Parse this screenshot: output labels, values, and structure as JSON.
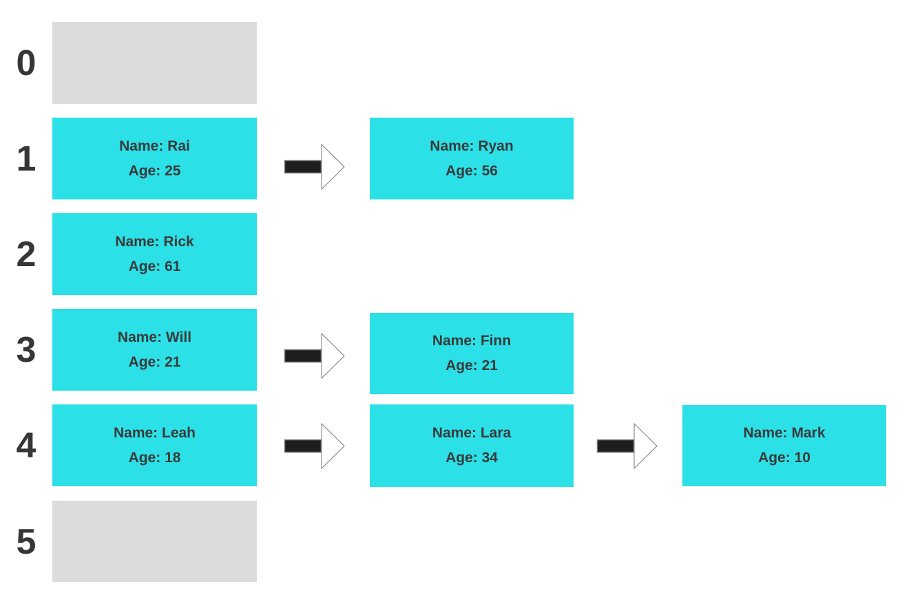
{
  "diagram": {
    "buckets": [
      {
        "index": "0",
        "nodes": []
      },
      {
        "index": "1",
        "nodes": [
          {
            "name": "Name: Rai",
            "age": "Age: 25"
          },
          {
            "name": "Name: Ryan",
            "age": "Age: 56"
          }
        ]
      },
      {
        "index": "2",
        "nodes": [
          {
            "name": "Name: Rick",
            "age": "Age: 61"
          }
        ]
      },
      {
        "index": "3",
        "nodes": [
          {
            "name": "Name: Will",
            "age": "Age: 21"
          },
          {
            "name": "Name: Finn",
            "age": "Age: 21"
          }
        ]
      },
      {
        "index": "4",
        "nodes": [
          {
            "name": "Name: Leah",
            "age": "Age: 18"
          },
          {
            "name": "Name: Lara",
            "age": "Age: 34"
          },
          {
            "name": "Name: Mark",
            "age": "Age: 10"
          }
        ]
      },
      {
        "index": "5",
        "nodes": []
      }
    ],
    "colors": {
      "node_fill": "#2be0e6",
      "empty_bucket_fill": "#dcdcdc",
      "text": "#3a3a3a",
      "index_text": "#363636",
      "arrow_shaft": "#1e1e1e",
      "arrow_head": "#ffffff",
      "arrow_border": "#7a7a7a",
      "background": "#ffffff"
    }
  }
}
